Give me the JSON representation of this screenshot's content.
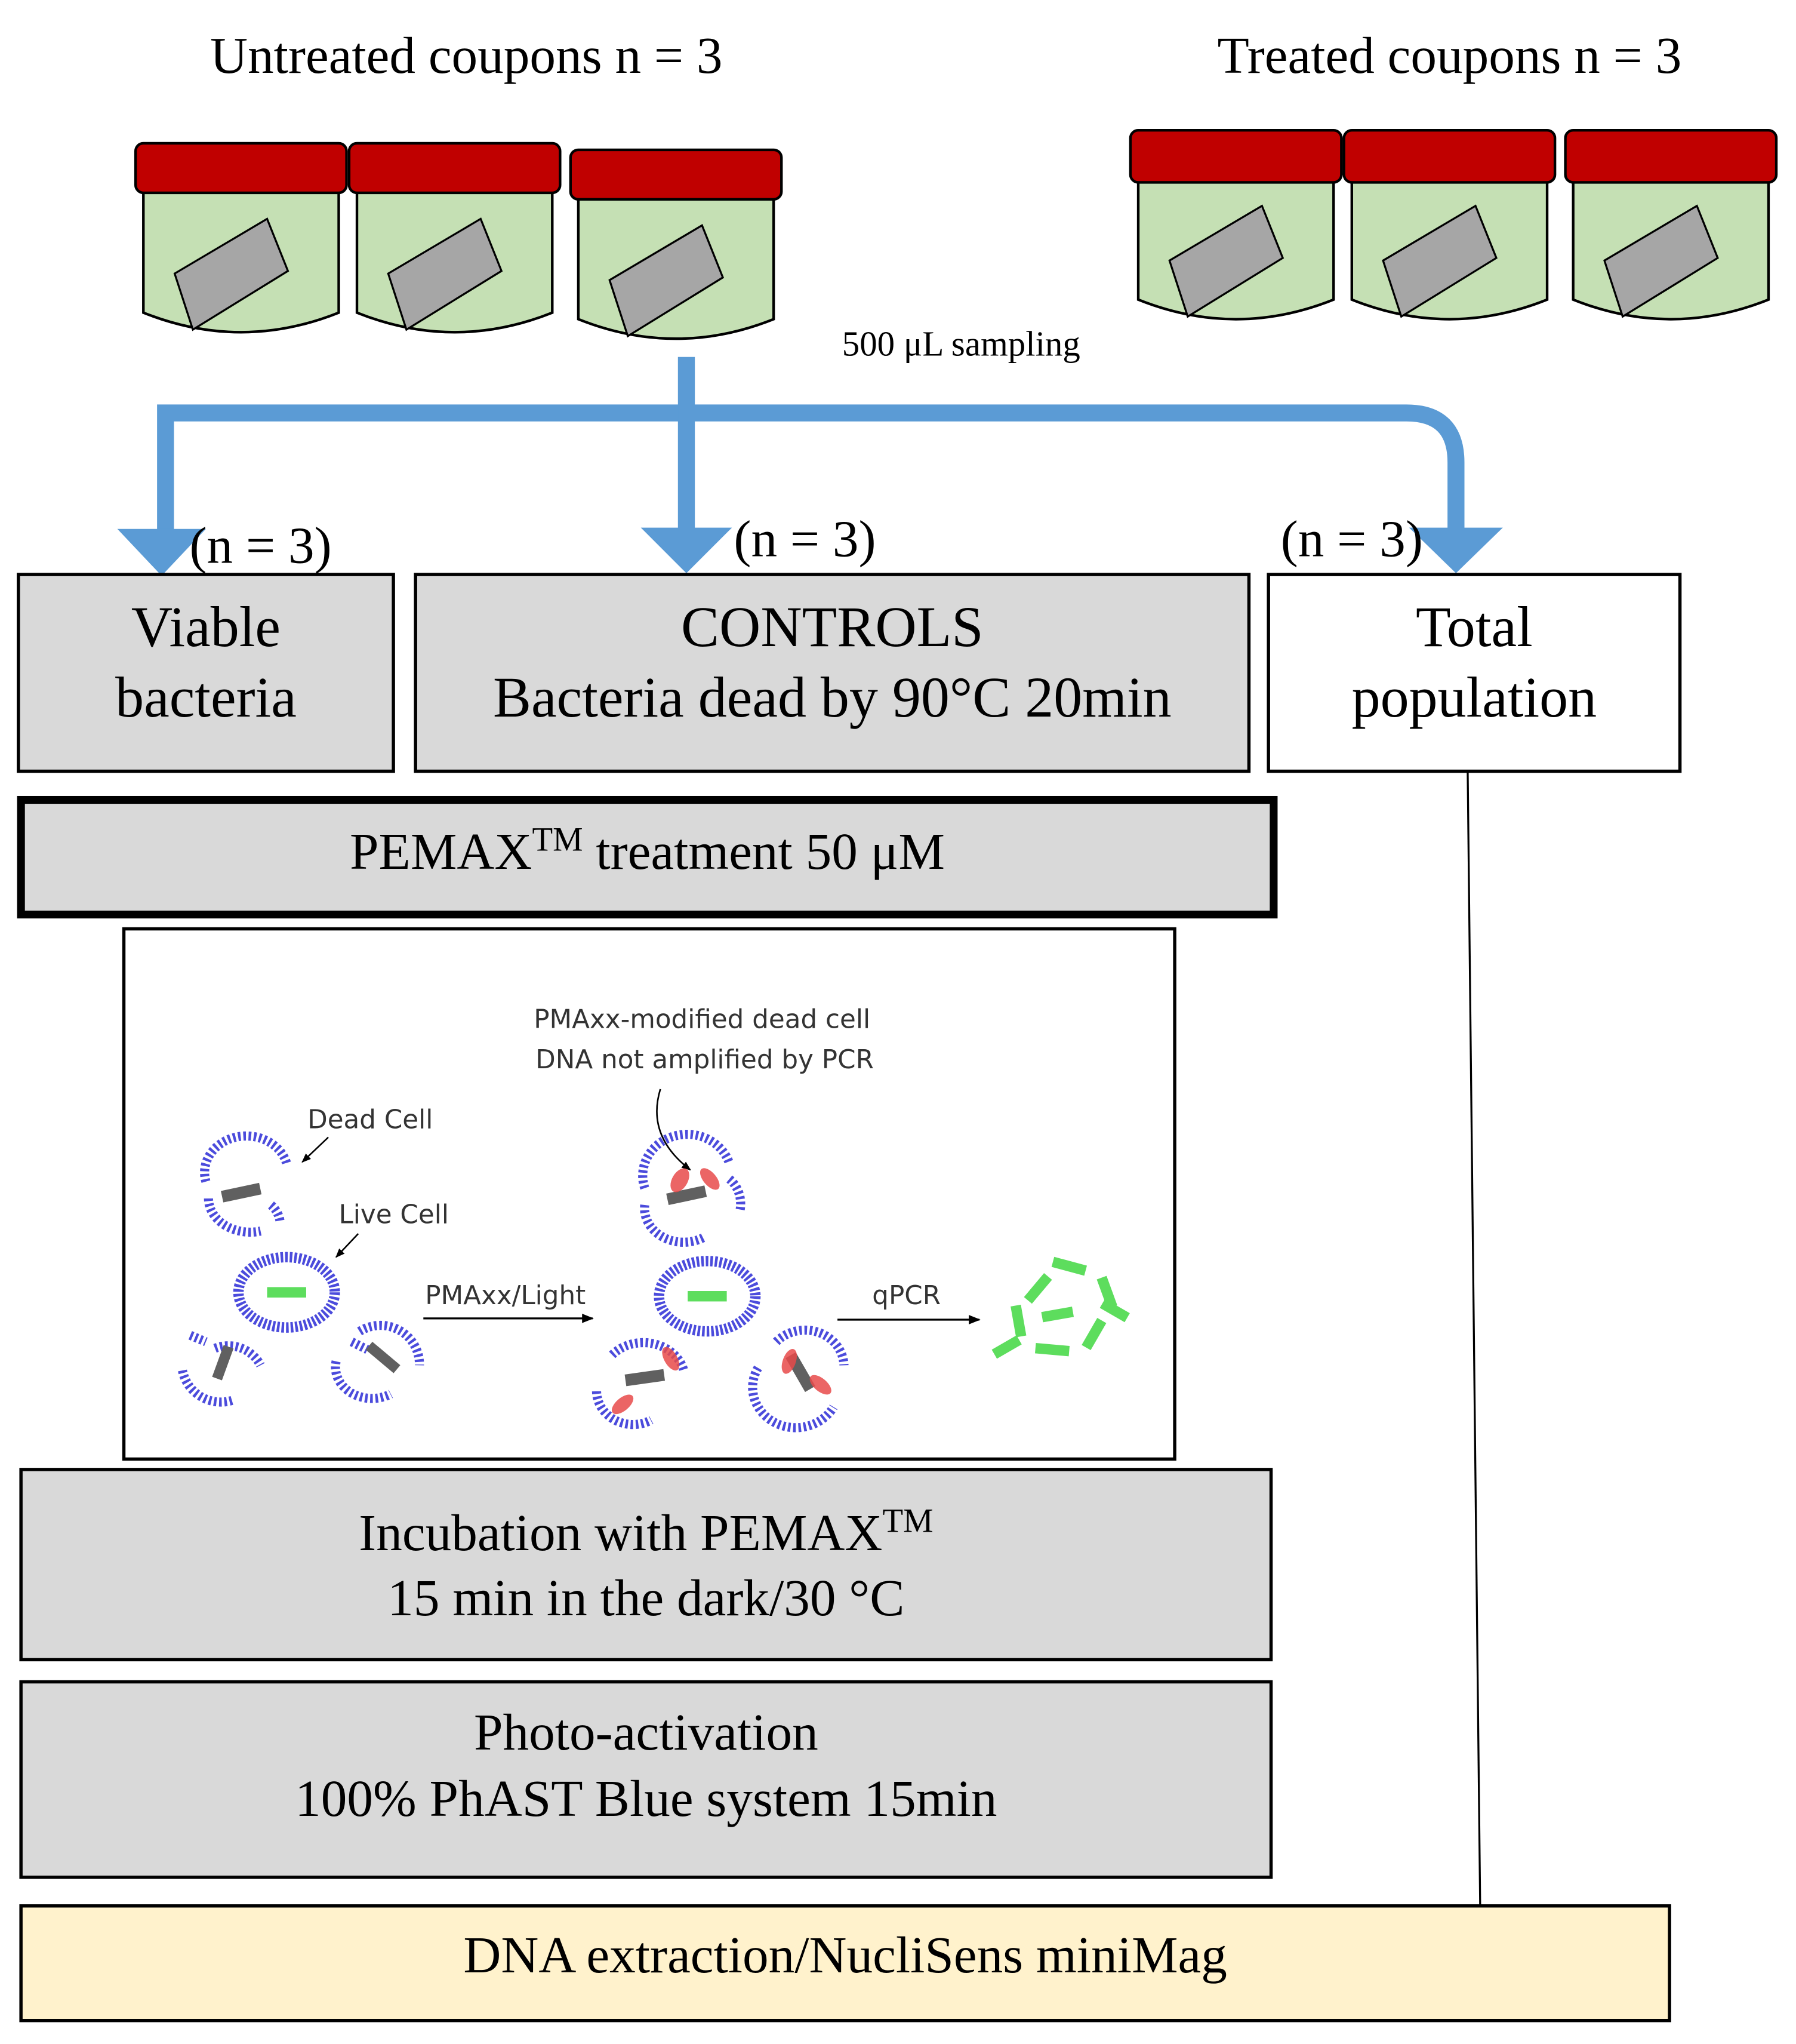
{
  "titles": {
    "untreated": "Untreated coupons n = 3",
    "treated": "Treated coupons n = 3"
  },
  "sampling_label": "500 μL sampling",
  "n_labels": [
    "(n = 3)",
    "(n = 3)",
    "(n = 3)"
  ],
  "boxes": {
    "viable": [
      "Viable",
      "bacteria"
    ],
    "controls": [
      "CONTROLS",
      "Bacteria dead by 90°C 20min"
    ],
    "total": [
      "Total",
      "population"
    ],
    "pemax": {
      "prefix": "PEMAX",
      "sup": "TM",
      "suffix": " treatment 50 μM"
    },
    "incubation": {
      "line1_prefix": "Incubation with PEMAX",
      "line1_sup": "TM",
      "line2": "15 min in the dark/30 °C"
    },
    "photo": [
      "Photo-activation",
      "100% PhAST Blue system 15min"
    ],
    "dna": "DNA extraction/NucliSens miniMag"
  },
  "inset": {
    "dead_cell": "Dead Cell",
    "live_cell": "Live Cell",
    "pmaxx_modified": [
      "PMAxx-modified dead cell",
      "DNA not amplified by PCR"
    ],
    "pmaxx_light": "PMAxx/Light",
    "qpcr": "qPCR"
  },
  "colors": {
    "box_gray": "#d9d9d9",
    "box_cream": "#fff2cc",
    "arrow_blue": "#5b9bd5",
    "jar_lid": "#c00000",
    "jar_body": "#c5e0b4",
    "coupon": "#a6a6a6",
    "membrane": "#4b4bdc",
    "dna_green": "#5ddd5d",
    "dna_gray": "#606060",
    "pma_red": "#e84a4a"
  }
}
